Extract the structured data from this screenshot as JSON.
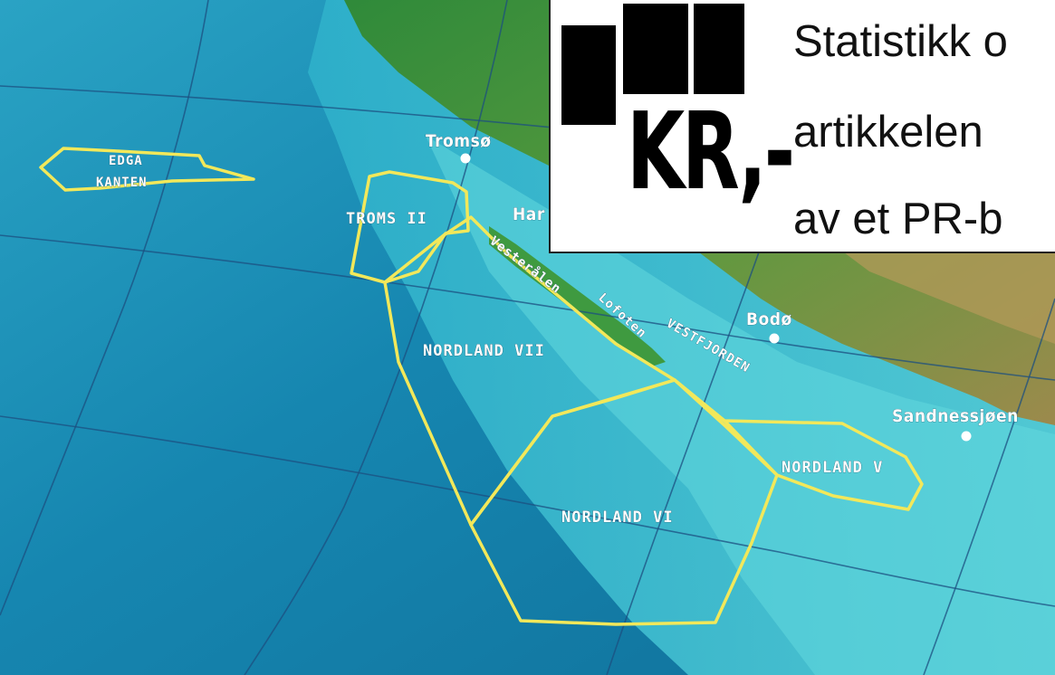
{
  "map": {
    "areas": [
      {
        "name": "EDGA"
      },
      {
        "name": "KANTEN"
      },
      {
        "name": "TROMS II"
      },
      {
        "name": "NORDLAND VII"
      },
      {
        "name": "NORDLAND VI"
      },
      {
        "name": "NORDLAND V"
      }
    ],
    "coast_labels": [
      {
        "name": "Vesterålen"
      },
      {
        "name": "Lofoten"
      },
      {
        "name": "VESTFJORDEN"
      }
    ],
    "cities": [
      {
        "name": "Tromsø"
      },
      {
        "name": "Har"
      },
      {
        "name": "Bodø"
      },
      {
        "name": "Sandnessjøen"
      }
    ],
    "colors": {
      "sea_deep": "#137aa6",
      "sea_shelf": "#3cc3d4",
      "land_green": "#3f8f3a",
      "land_highland": "#b79a5a",
      "outline": "#f2e85a"
    }
  },
  "overlay": {
    "logo_text": "KR,-",
    "lines": [
      "Statistikk o",
      "artikkelen",
      "av et PR-b"
    ]
  }
}
